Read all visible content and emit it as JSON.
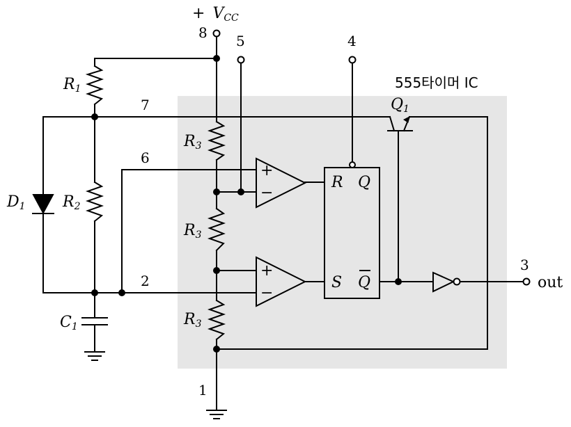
{
  "labels": {
    "vcc_sign": "+",
    "vcc_main": "V",
    "vcc_sub": "CC",
    "chip": "555타이머 IC",
    "out": "out",
    "r1_main": "R",
    "r1_sub": "1",
    "r2_main": "R",
    "r2_sub": "2",
    "r3a_main": "R",
    "r3a_sub": "3",
    "r3b_main": "R",
    "r3b_sub": "3",
    "r3c_main": "R",
    "r3c_sub": "3",
    "d1_main": "D",
    "d1_sub": "1",
    "c1_main": "C",
    "c1_sub": "1",
    "q1_main": "Q",
    "q1_sub": "1",
    "ff_r": "R",
    "ff_q": "Q",
    "ff_s": "S",
    "ff_qbar": "Q",
    "plus": "+",
    "minus": "−"
  },
  "pins": {
    "p1": "1",
    "p2": "2",
    "p3": "3",
    "p4": "4",
    "p5": "5",
    "p6": "6",
    "p7": "7",
    "p8": "8"
  },
  "colors": {
    "chip_fill": "#e6e6e6",
    "wire": "#000000"
  }
}
